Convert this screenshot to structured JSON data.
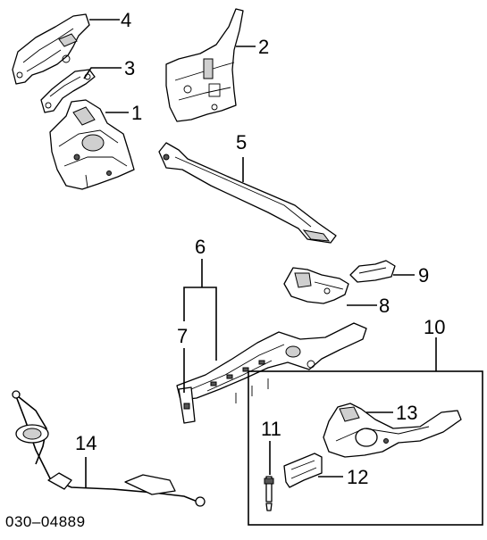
{
  "diagram": {
    "callouts": [
      {
        "id": "c1",
        "label": "1"
      },
      {
        "id": "c2",
        "label": "2"
      },
      {
        "id": "c3",
        "label": "3"
      },
      {
        "id": "c4",
        "label": "4"
      },
      {
        "id": "c5",
        "label": "5"
      },
      {
        "id": "c6",
        "label": "6"
      },
      {
        "id": "c7",
        "label": "7"
      },
      {
        "id": "c8",
        "label": "8"
      },
      {
        "id": "c9",
        "label": "9"
      },
      {
        "id": "c10",
        "label": "10"
      },
      {
        "id": "c11",
        "label": "11"
      },
      {
        "id": "c12",
        "label": "12"
      },
      {
        "id": "c13",
        "label": "13"
      },
      {
        "id": "c14",
        "label": "14"
      }
    ],
    "figure_number": "030–04889"
  }
}
